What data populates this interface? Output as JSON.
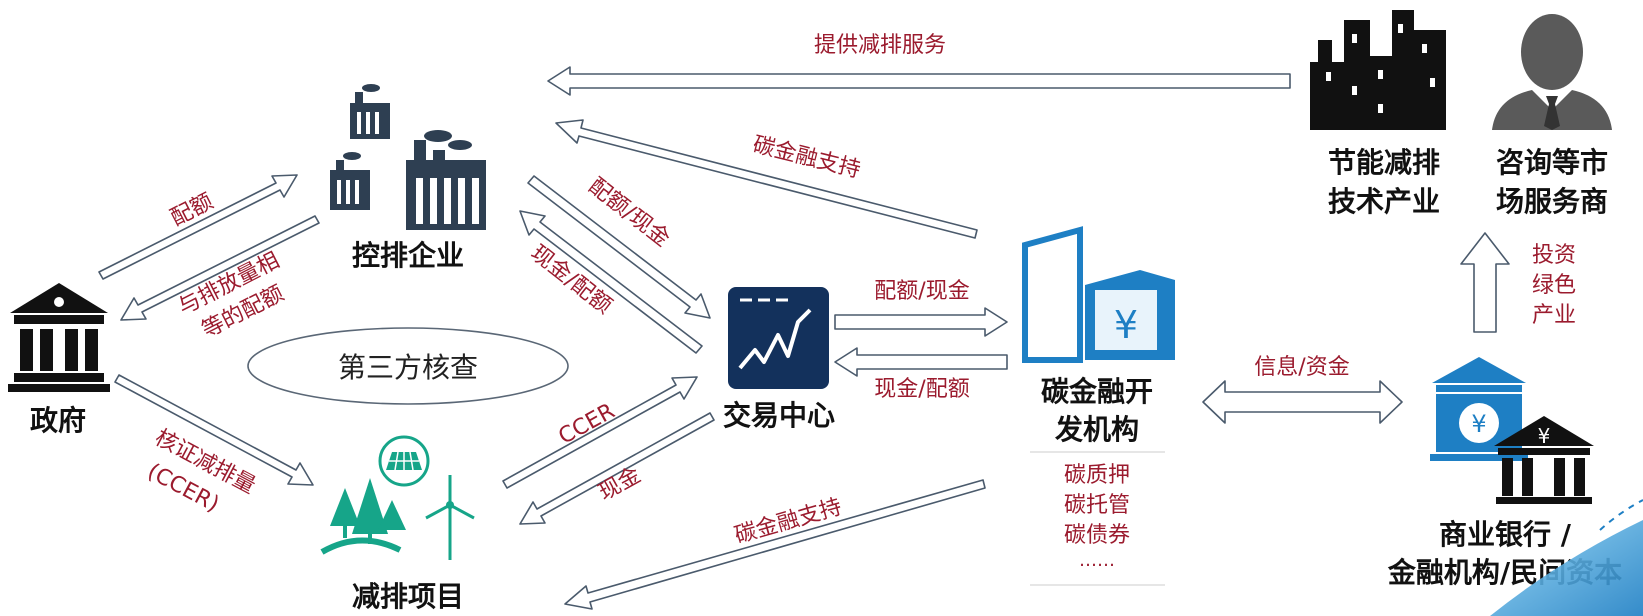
{
  "nodes": {
    "government": "政府",
    "controlled_enterprises": "控排企业",
    "reduction_projects": "减排项目",
    "trading_center": "交易中心",
    "carbon_finance_institution_line1": "碳金融开",
    "carbon_finance_institution_line2": "发机构",
    "tech_industry_line1": "节能减排",
    "tech_industry_line2": "技术产业",
    "consultants_line1": "咨询等市",
    "consultants_line2": "场服务商",
    "banks_line1": "商业银行 /",
    "banks_line2": "金融机构/民间资本",
    "third_party": "第三方核查"
  },
  "products": [
    "碳质押",
    "碳托管",
    "碳债券",
    "……"
  ],
  "flows": {
    "quota": "配额",
    "equal_quota_line1": "与排放量相",
    "equal_quota_line2": "等的配额",
    "ccer_verify_line1": "核证减排量",
    "ccer_verify_line2": "(CCER)",
    "quota_cash_down": "配额/现金",
    "cash_quota_up": "现金/配额",
    "ccer": "CCER",
    "cash": "现金",
    "tc_to_inst": "配额/现金",
    "inst_to_tc": "现金/配额",
    "support_top": "碳金融支持",
    "support_bottom": "碳金融支持",
    "reduction_service": "提供减排服务",
    "info_funds": "信息/资金",
    "invest_line1": "投资",
    "invest_line2": "绿色",
    "invest_line3": "产业"
  },
  "colors": {
    "arrow_label": "#9b1b2e",
    "navy": "#2e3f52",
    "blue": "#1e7fc4",
    "green": "#16a589",
    "trading_bg": "#13315c",
    "arrow_stroke": "#4a5a6c"
  }
}
